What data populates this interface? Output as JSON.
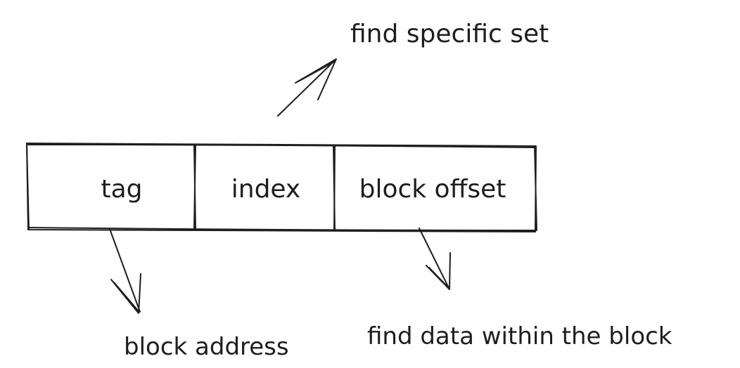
{
  "fields": [
    {
      "label": "tag"
    },
    {
      "label": "index"
    },
    {
      "label": "block offset"
    }
  ],
  "annotations": {
    "index_note": "find specific set",
    "tag_note": "block address",
    "offset_note": "find data within the block"
  }
}
